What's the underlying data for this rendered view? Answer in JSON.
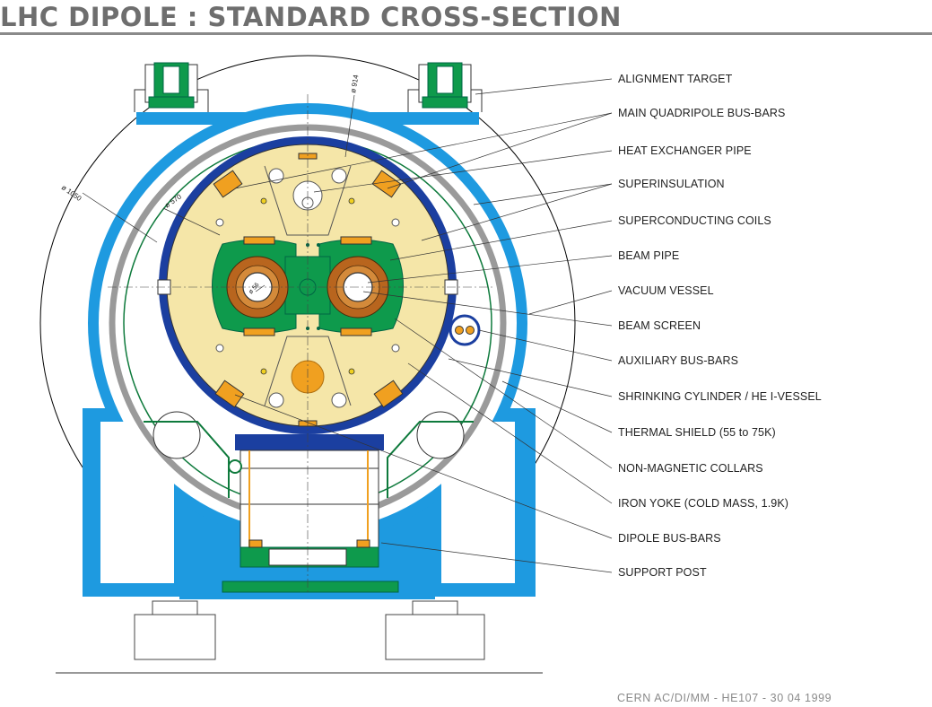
{
  "title": "LHC DIPOLE :  STANDARD CROSS-SECTION",
  "labels": [
    "ALIGNMENT TARGET",
    "MAIN QUADRIPOLE BUS-BARS",
    "HEAT EXCHANGER PIPE",
    "SUPERINSULATION",
    "SUPERCONDUCTING COILS",
    "BEAM PIPE",
    "VACUUM VESSEL",
    "BEAM SCREEN",
    "AUXILIARY BUS-BARS",
    "SHRINKING CYLINDER / HE I-VESSEL",
    "THERMAL SHIELD (55 to 75K)",
    "NON-MAGNETIC COLLARS",
    "IRON YOKE (COLD MASS, 1.9K)",
    "DIPOLE BUS-BARS",
    "SUPPORT POST"
  ],
  "dimensions": {
    "d1050": "ø 1050",
    "d914": "ø 914",
    "d570": "ø 570",
    "d56": "ø 56"
  },
  "footer": "CERN AC/DI/MM - HE107 - 30 04 1999",
  "colors": {
    "vessel_blue": "#1e9ae0",
    "shield_grey": "#9a9a9a",
    "yoke_cream": "#f5e6a8",
    "collar_green": "#0e9a4c",
    "dark_blue": "#1b3fa0",
    "coil_brown": "#b8651e",
    "bus_orange": "#f0a020",
    "title_grey": "#6e6e6e"
  }
}
